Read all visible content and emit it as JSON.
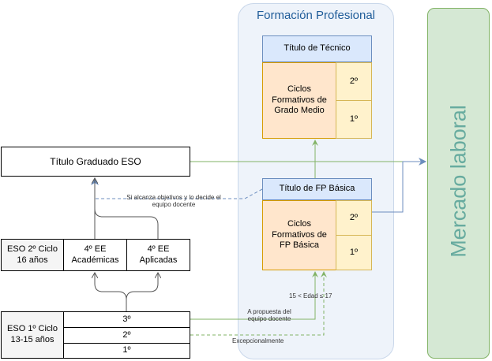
{
  "fp": {
    "region_title": "Formación Profesional",
    "tecnico": {
      "title": "Título de Técnico",
      "body": "Ciclos Formativos de Grado Medio",
      "years": [
        "2º",
        "1º"
      ]
    },
    "basica": {
      "title": "Título de FP Básica",
      "body": "Ciclos Formativos de FP Básica",
      "years": [
        "2º",
        "1º"
      ]
    }
  },
  "mercado": {
    "label": "Mercado laboral"
  },
  "eso": {
    "graduado": "Título Graduado ESO",
    "ciclo2": {
      "label": "ESO 2º Ciclo 16 años",
      "academicas": "4º EE Académicas",
      "aplicadas": "4º EE Aplicadas"
    },
    "ciclo1": {
      "label": "ESO 1º Ciclo 13-15 años",
      "years": [
        "3º",
        "2º",
        "1º"
      ]
    }
  },
  "notes": {
    "objetivos": "Si alcanza objetivos y lo decide el equipo docente",
    "edad": "15 < Edad ≤ 17",
    "propuesta": "A propuesta del equipo docente",
    "excepcional": "Excepcionalmente"
  },
  "colors": {
    "green_line": "#82b366",
    "blue_line": "#6c8ebf",
    "gray_line": "#555555"
  }
}
